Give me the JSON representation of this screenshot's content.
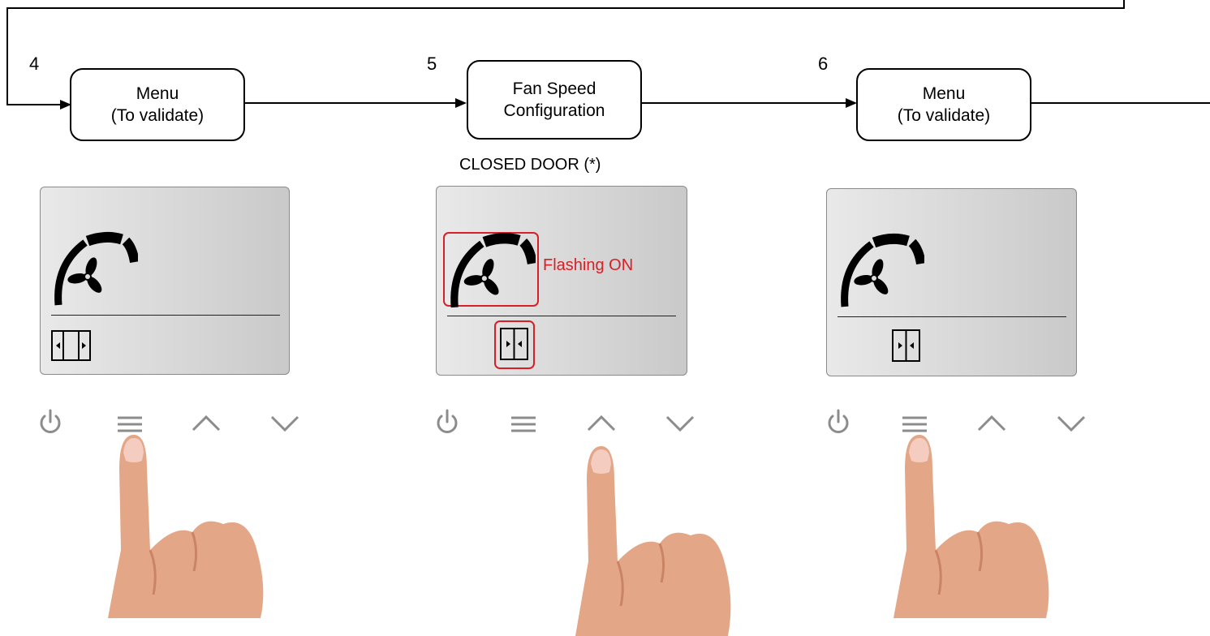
{
  "colors": {
    "stroke": "#000000",
    "highlight": "#d61f26",
    "key": "#8c8c8c",
    "skin": "#e3a788"
  },
  "steps": [
    {
      "number": "4",
      "label_line1": "Menu",
      "label_line2": "(To validate)",
      "note": "",
      "door_icon": "door-open-icon",
      "fan_highlighted": false,
      "door_highlighted": false,
      "pressed_key": "menu-key"
    },
    {
      "number": "5",
      "label_line1": "Fan Speed",
      "label_line2": "Configuration",
      "note": "CLOSED DOOR (*)",
      "flash_label": "Flashing ON",
      "door_icon": "door-closed-icon",
      "fan_highlighted": true,
      "door_highlighted": true,
      "pressed_key": "up-key"
    },
    {
      "number": "6",
      "label_line1": "Menu",
      "label_line2": "(To validate)",
      "note": "",
      "door_icon": "door-closed-icon",
      "fan_highlighted": false,
      "door_highlighted": false,
      "pressed_key": "menu-key"
    }
  ],
  "keys": [
    "power-icon",
    "menu-icon",
    "chevron-up-icon",
    "chevron-down-icon"
  ]
}
